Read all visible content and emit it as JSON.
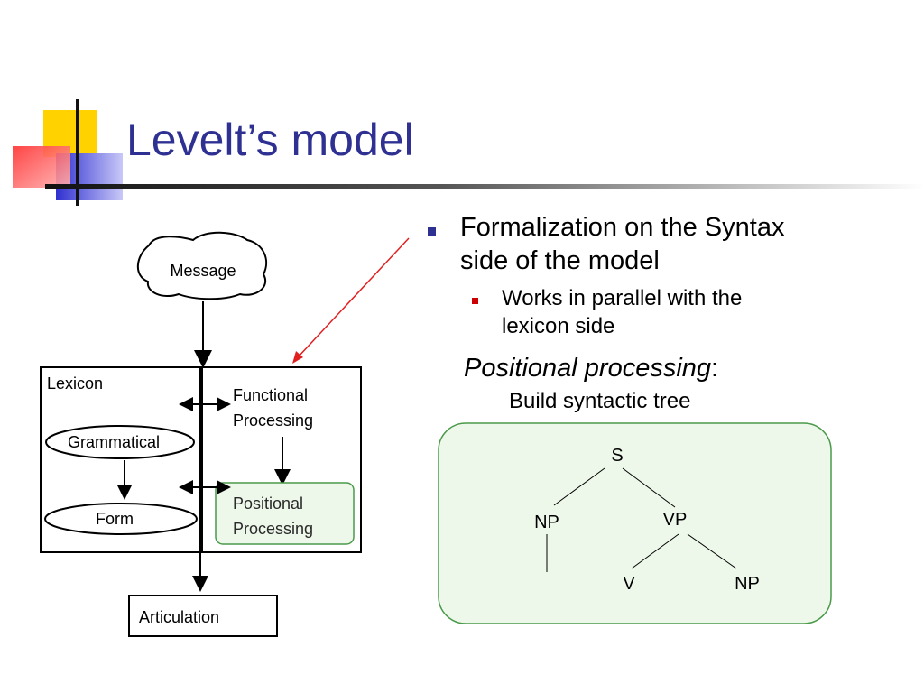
{
  "slide": {
    "title": "Levelt’s model",
    "bullets": {
      "main_line1": "Formalization on the Syntax",
      "main_line2": "side of the model",
      "sub_line1": "Works in parallel with the",
      "sub_line2": "lexicon side",
      "positional_label": "Positional processing",
      "positional_colon": ":",
      "positional_detail": "Build syntactic tree"
    }
  },
  "diagram": {
    "message": "Message",
    "lexicon": "Lexicon",
    "grammatical": "Grammatical",
    "form": "Form",
    "functional_line1": "Functional",
    "functional_line2": "Processing",
    "positional_line1": "Positional",
    "positional_line2": "Processing",
    "articulation": "Articulation"
  },
  "tree": {
    "root": "S",
    "np_left": "NP",
    "vp": "VP",
    "v": "V",
    "np_right": "NP"
  },
  "colors": {
    "title": "#2e3192",
    "main_bullet": "#2e3192",
    "sub_bullet": "#cc0000",
    "tree_panel_fill": "#eef8ea",
    "tree_panel_stroke": "#4a9a4a",
    "positional_box_fill": "#eef8ea",
    "positional_box_stroke": "#4a9a4a",
    "pointer_arrow": "#e02020"
  }
}
